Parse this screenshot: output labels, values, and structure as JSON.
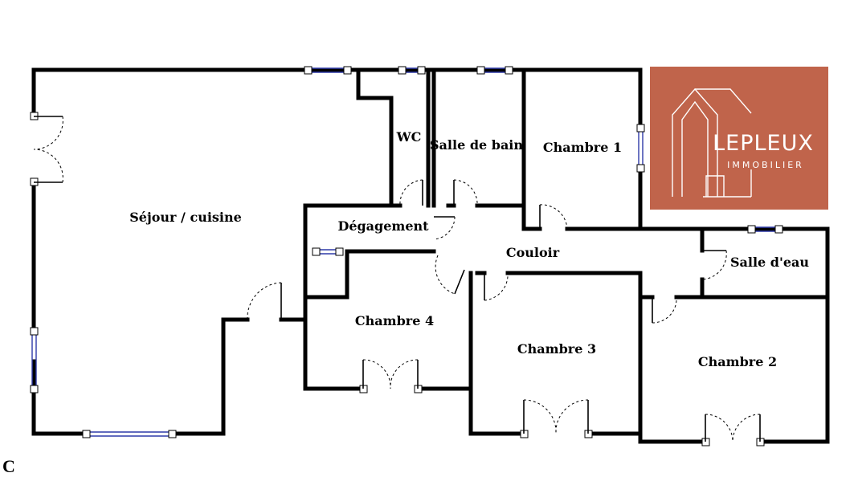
{
  "floor_plan": {
    "rooms": [
      {
        "key": "sejour",
        "label": "Séjour / cuisine"
      },
      {
        "key": "wc",
        "label": "WC"
      },
      {
        "key": "salle_de_bain",
        "label": "Salle de bain"
      },
      {
        "key": "chambre1",
        "label": "Chambre 1"
      },
      {
        "key": "degagement",
        "label": "Dégagement"
      },
      {
        "key": "couloir",
        "label": "Couloir"
      },
      {
        "key": "salle_eau",
        "label": "Salle d'eau"
      },
      {
        "key": "chambre4",
        "label": "Chambre 4"
      },
      {
        "key": "chambre3",
        "label": "Chambre 3"
      },
      {
        "key": "chambre2",
        "label": "Chambre 2"
      }
    ],
    "corner_letter": "C"
  },
  "logo": {
    "name": "LEPLEUX",
    "subtitle": "IMMOBILIER",
    "background_color": "#c0644b",
    "icon": "house-outline-icon"
  },
  "colors": {
    "wall": "#000000",
    "window_glass": "#2f3aa8"
  }
}
